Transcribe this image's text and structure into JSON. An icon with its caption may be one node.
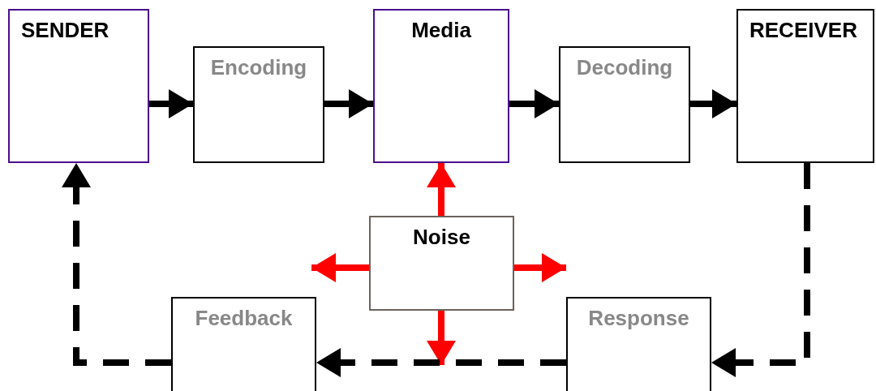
{
  "diagram": {
    "nodes": [
      {
        "text": [
          "SENDER"
        ]
      },
      {
        "text": [
          "Encoding"
        ]
      },
      {
        "text": [
          "Media"
        ]
      },
      {
        "text": [
          "Decoding"
        ]
      },
      {
        "text": [
          "RECEIVER"
        ]
      },
      {
        "text": [
          "Noise"
        ]
      },
      {
        "text": [
          "Feedback"
        ]
      },
      {
        "text": [
          "Response"
        ]
      }
    ],
    "edges": [
      {
        "from": 0,
        "to": 1,
        "arrow": "to"
      },
      {
        "from": 1,
        "to": 2,
        "arrow": "to"
      },
      {
        "from": 2,
        "to": 3,
        "arrow": "to"
      },
      {
        "from": 3,
        "to": 4,
        "arrow": "to"
      },
      {
        "from": 5,
        "to": 2,
        "arrow": "to",
        "color": "#ff0000"
      },
      {
        "from": 5,
        "to": 6,
        "arrow": "to",
        "color": "#ff0000"
      },
      {
        "from": 5,
        "to": 7,
        "arrow": "to",
        "color": "#ff0000"
      },
      {
        "from": 5,
        "to": null,
        "arrow": "to",
        "color": "#ff0000"
      },
      {
        "from": 4,
        "to": 7,
        "arrow": "to",
        "style": "dashed"
      },
      {
        "from": 7,
        "to": 6,
        "arrow": "to",
        "style": "dashed"
      },
      {
        "from": 6,
        "to": 0,
        "arrow": "to",
        "style": "dashed"
      }
    ]
  }
}
